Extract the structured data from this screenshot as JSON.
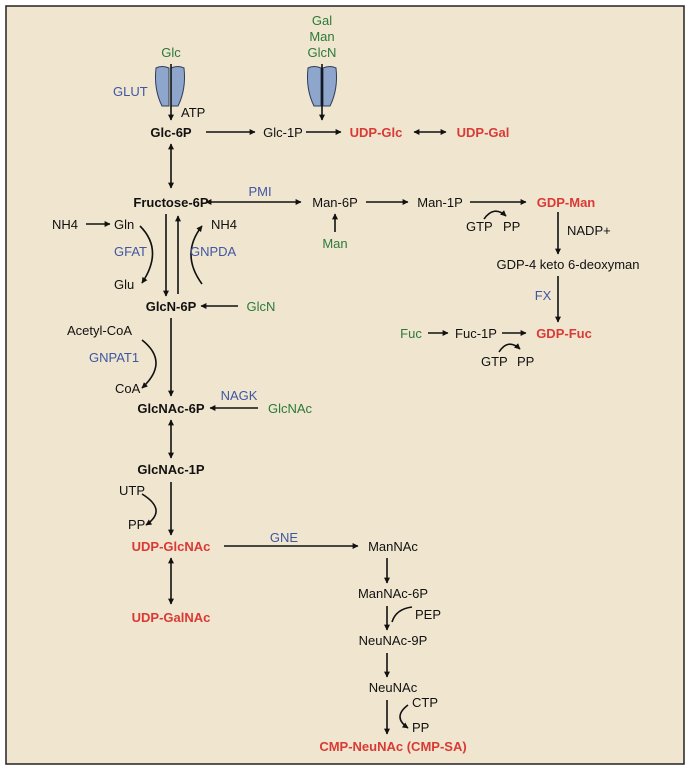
{
  "colors": {
    "background": "#f0e5cf",
    "border": "#222222",
    "metabolite": "#111111",
    "nucleotide_sugar": "#d93a35",
    "enzyme": "#3f56a3",
    "external_sugar": "#2b7a3a",
    "transporter": "#8fa6cc"
  },
  "icons": {
    "transporter": "transporter-channel-icon"
  },
  "external_sugars": {
    "glc": "Glc",
    "gal": "Gal",
    "man_top": "Man",
    "glcn_top": "GlcN",
    "man_bottom": "Man",
    "glcn_side": "GlcN",
    "glcnac_side": "GlcNAc",
    "fuc": "Fuc"
  },
  "enzymes": {
    "glut": "GLUT",
    "pmi": "PMI",
    "gfat": "GFAT",
    "gnpda": "GNPDA",
    "gnpat1": "GNPAT1",
    "nagk": "NAGK",
    "gne": "GNE",
    "fx": "FX"
  },
  "metabolites": {
    "glc6p": "Glc-6P",
    "glc1p": "Glc-1P",
    "fructose6p": "Fructose-6P",
    "man6p": "Man-6P",
    "man1p": "Man-1P",
    "glcn6p": "GlcN-6P",
    "glcnac6p": "GlcNAc-6P",
    "glcnac1p": "GlcNAc-1P",
    "mannac": "ManNAc",
    "mannac6p": "ManNAc-6P",
    "neunac9p": "NeuNAc-9P",
    "neunac": "NeuNAc",
    "fuc1p": "Fuc-1P",
    "gdp4keto": "GDP-4 keto 6-deoxyman"
  },
  "nucleotide_sugars": {
    "udp_glc": "UDP-Glc",
    "udp_gal": "UDP-Gal",
    "gdp_man": "GDP-Man",
    "gdp_fuc": "GDP-Fuc",
    "udp_glcnac": "UDP-GlcNAc",
    "udp_galnac": "UDP-GalNAc",
    "cmp_neunac": "CMP-NeuNAc (CMP-SA)"
  },
  "cofactors": {
    "atp": "ATP",
    "nh4_left": "NH4",
    "gln": "Gln",
    "glu": "Glu",
    "nh4_right": "NH4",
    "gtp_man": "GTP",
    "pp_man": "PP",
    "nadp": "NADP+",
    "gtp_fuc": "GTP",
    "pp_fuc": "PP",
    "acetyl_coa": "Acetyl-CoA",
    "coa": "CoA",
    "utp": "UTP",
    "pp_utp": "PP",
    "pep": "PEP",
    "ctp": "CTP",
    "pp_ctp": "PP"
  }
}
